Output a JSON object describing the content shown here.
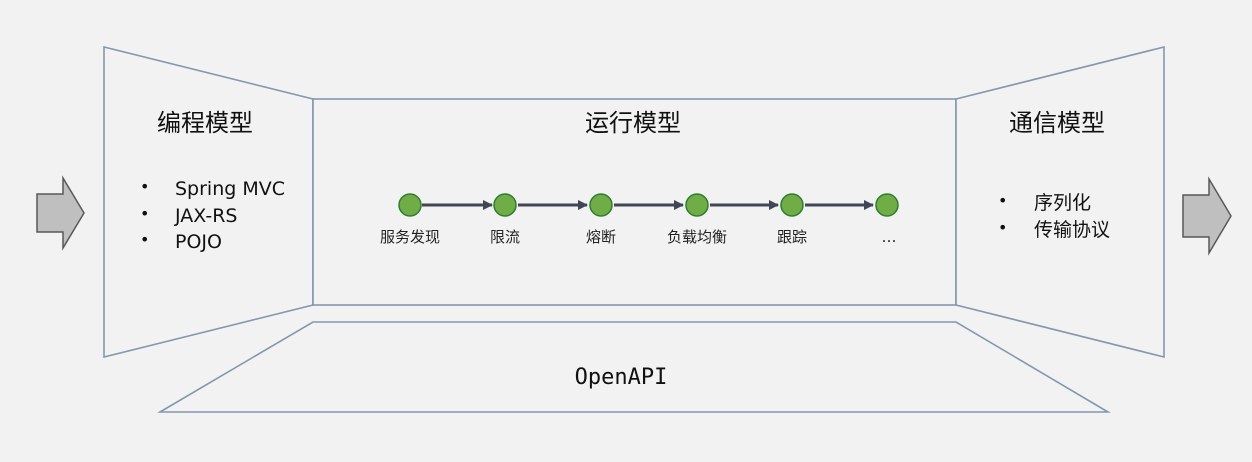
{
  "programming_model": {
    "title": "编程模型",
    "items": [
      "Spring MVC",
      "JAX-RS",
      "POJO"
    ]
  },
  "runtime_model": {
    "title": "运行模型",
    "steps": [
      "服务发现",
      "限流",
      "熔断",
      "负载均衡",
      "跟踪",
      "…"
    ]
  },
  "communication_model": {
    "title": "通信模型",
    "items": [
      "序列化",
      "传输协议"
    ]
  },
  "bottom": {
    "label": "OpenAPI"
  },
  "colors": {
    "panel_border": "#8497b0",
    "node_fill": "#70ad47",
    "arrow_fill": "#bfbfbf",
    "connector": "#404654"
  },
  "icons": {
    "input": "block-arrow-right",
    "output": "block-arrow-right"
  }
}
